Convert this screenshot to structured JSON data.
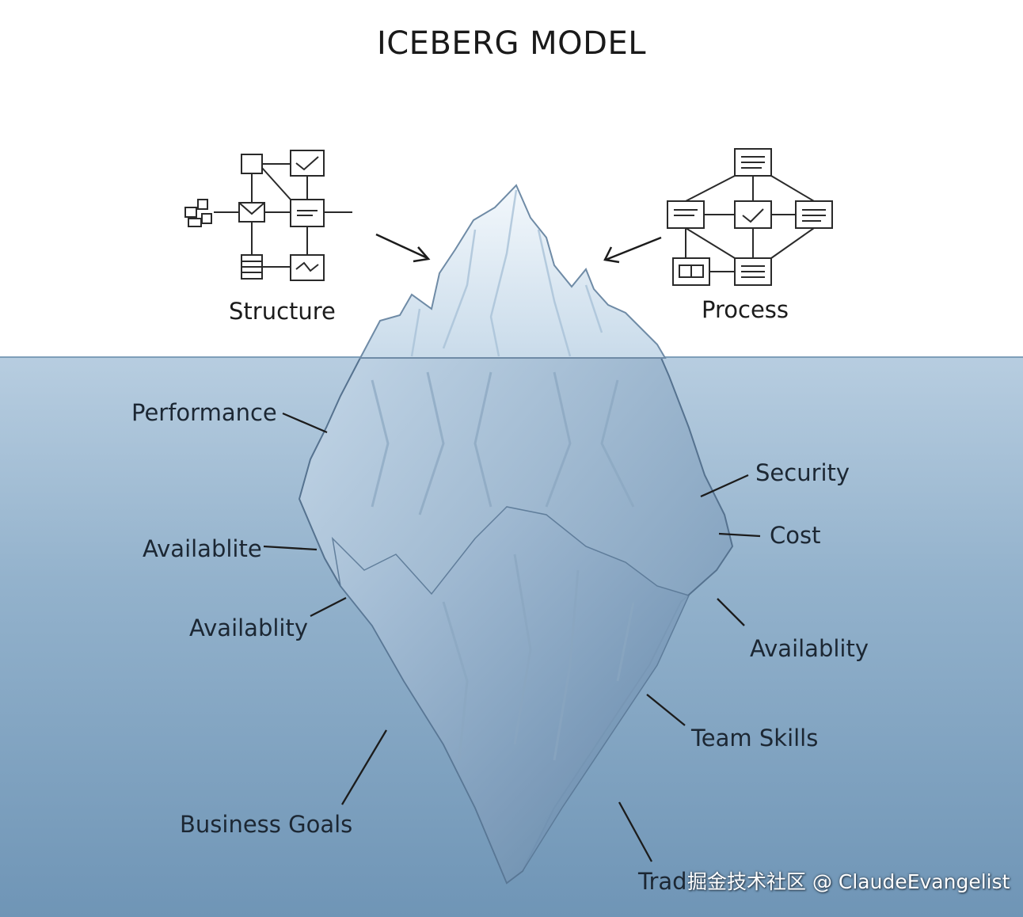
{
  "title": "ICEBERG MODEL",
  "top_labels": {
    "structure": "Structure",
    "process": "Process"
  },
  "labels": {
    "performance": "Performance",
    "availablite": "Availablite",
    "availablity_left": "Availablity",
    "business_goals": "Business Goals",
    "security": "Security",
    "cost": "Cost",
    "availablity_right": "Availablity",
    "team_skills": "Team Skills",
    "tradeoffs": "Trad"
  },
  "watermark": "掘金技术社区 @ ClaudeEvangelist",
  "colors": {
    "water_top": "#b7cde0",
    "water_bottom": "#6f95b6",
    "ice": "#dfe9f2",
    "ice_shadow": "#8fabc6"
  },
  "icons": [
    "flowchart-icon",
    "process-diagram-icon",
    "arrow-icon"
  ]
}
